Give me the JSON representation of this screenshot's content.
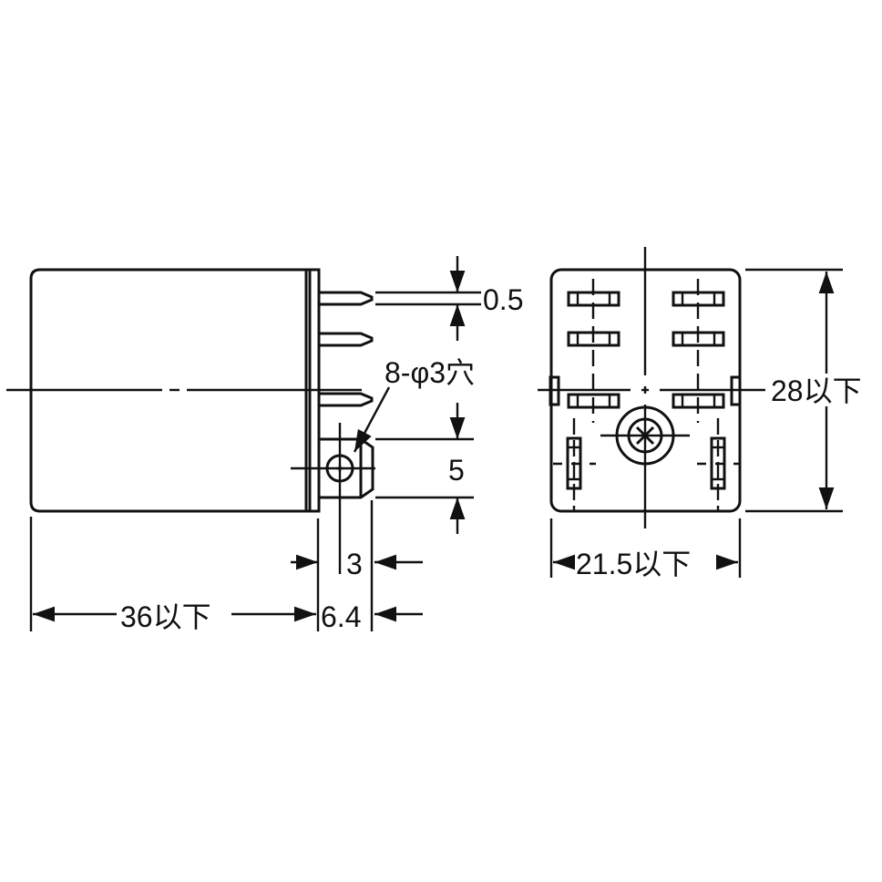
{
  "diagram": {
    "type": "relay dimensional drawing",
    "views": [
      "side-view",
      "bottom-view"
    ],
    "line_color": "#111111",
    "background": "#ffffff"
  },
  "side_view": {
    "dimensions": {
      "length": "36以下",
      "pin_length": "6.4",
      "tab_hole_offset": "3",
      "tab_width": "5",
      "pin_thickness": "0.5"
    },
    "hole_callout": "8-φ3穴"
  },
  "bottom_view": {
    "dimensions": {
      "height": "28以下",
      "width": "21.5以下"
    },
    "flat_pins": 6,
    "coil_pins": 2
  }
}
